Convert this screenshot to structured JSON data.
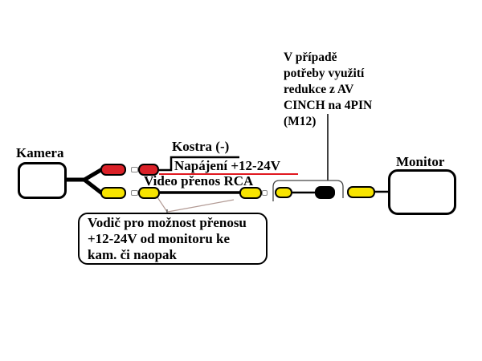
{
  "diagram": {
    "title_semantic": "camera-to-monitor RCA wiring diagram",
    "camera": {
      "label": "Kamera"
    },
    "monitor": {
      "label": "Monitor"
    },
    "wire_labels": {
      "ground": "Kostra (-)",
      "power": "Napájení +12-24V",
      "video": "Video přenos RCA"
    },
    "adapter_note": {
      "lines": [
        "V případě",
        "potřeby využití",
        "redukce z AV",
        "CINCH na 4PIN",
        "(M12)"
      ]
    },
    "callout": {
      "lines": [
        "Vodič pro možnost přenosu",
        "+12-24V od monitoru ke",
        "kam. či naopak"
      ]
    },
    "connectors": [
      {
        "name": "camera-power-rca-red",
        "color": "#da2128"
      },
      {
        "name": "power-rca-plug-red",
        "color": "#da2128"
      },
      {
        "name": "camera-video-rca-yellow",
        "color": "#f7e400"
      },
      {
        "name": "video-rca-plug-left-yellow",
        "color": "#f7e400"
      },
      {
        "name": "video-rca-plug-right-yellow",
        "color": "#f7e400"
      },
      {
        "name": "adapter-cinch-yellow",
        "color": "#f7e400"
      },
      {
        "name": "adapter-4pin-m12-black",
        "color": "#000000"
      },
      {
        "name": "monitor-rca-yellow",
        "color": "#f7e400"
      }
    ],
    "colors": {
      "rca_red": "#da2128",
      "rca_yellow": "#f7e400",
      "wire_black": "#000000",
      "wire_red_power": "#e0181f",
      "leader_line": "#b29a94",
      "background": "#ffffff"
    }
  }
}
